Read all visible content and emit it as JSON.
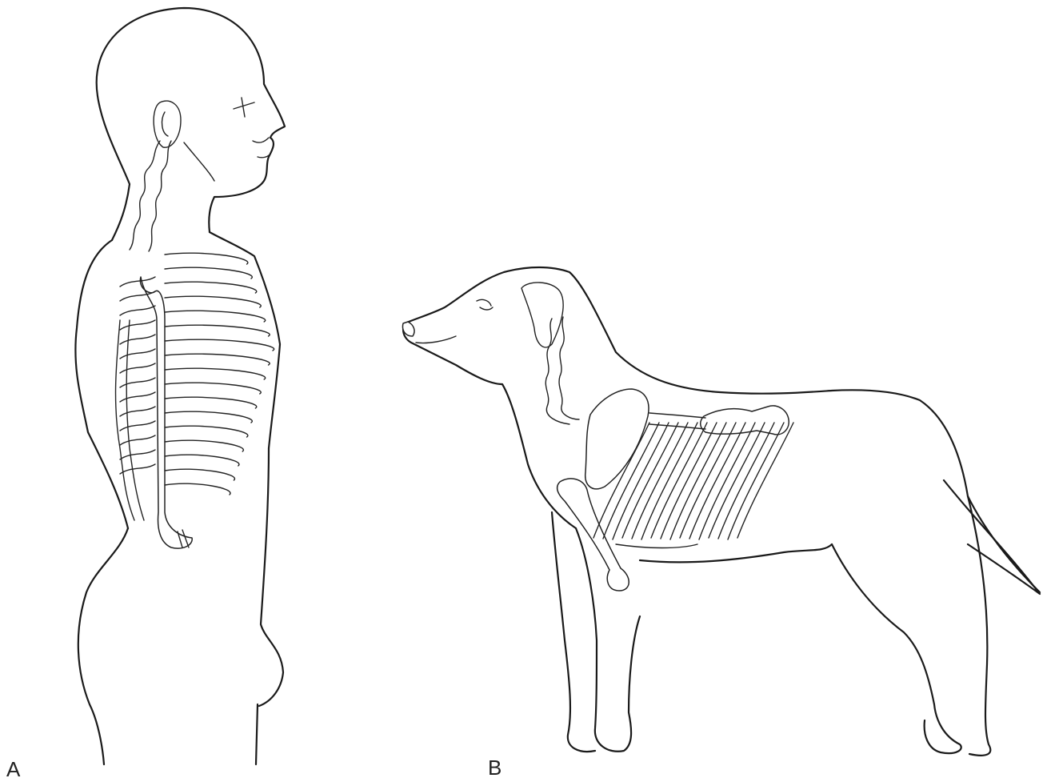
{
  "figure": {
    "panels": [
      {
        "label": "A",
        "subject": "human"
      },
      {
        "label": "B",
        "subject": "dog"
      }
    ]
  },
  "colors": {
    "line": "#1a1a1a",
    "background": "#ffffff"
  }
}
